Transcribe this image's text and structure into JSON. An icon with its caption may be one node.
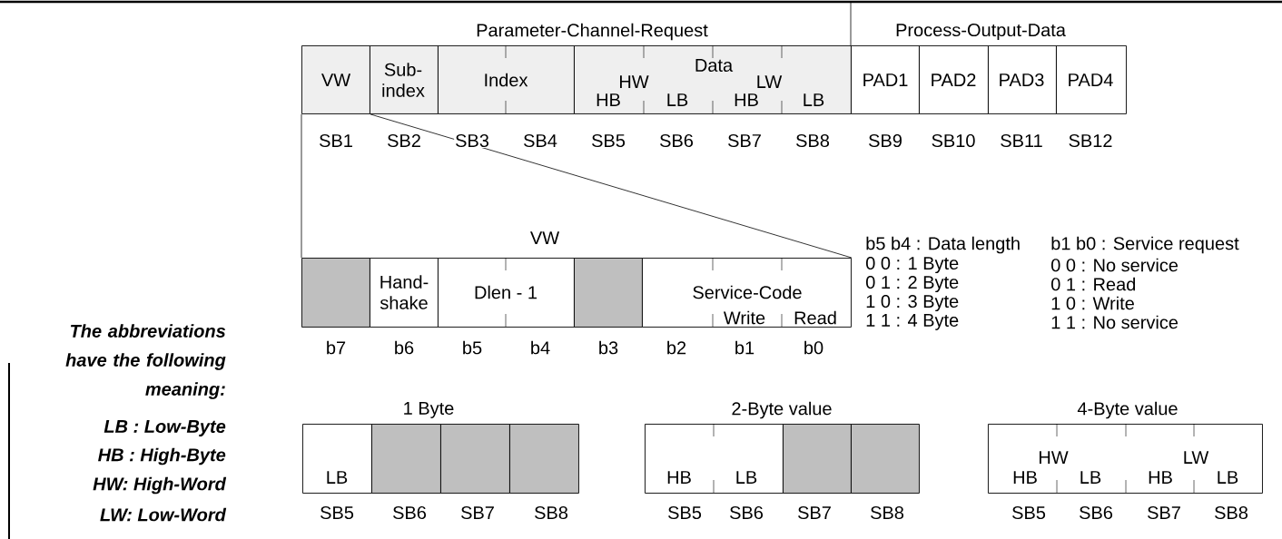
{
  "diagram": {
    "nodes": [
      {
        "text": [
          "VW"
        ]
      },
      {
        "text": [
          "Sub- index"
        ]
      },
      {
        "text": [
          "Index"
        ]
      },
      {
        "text": [
          "Data",
          "HW",
          "LW",
          "HB",
          "LB",
          "HB",
          "LB"
        ]
      },
      {
        "text": [
          "PAD1"
        ]
      },
      {
        "text": [
          "PAD2"
        ]
      },
      {
        "text": [
          "PAD3"
        ]
      },
      {
        "text": [
          "PAD4"
        ]
      },
      {
        "text": [],
        "shape": "box"
      },
      {
        "text": [
          "Hand- shake"
        ]
      },
      {
        "text": [
          "Dlen - 1"
        ]
      },
      {
        "text": [],
        "shape": "box"
      },
      {
        "text": [
          "Service-Code",
          "Write",
          "Read"
        ]
      },
      {
        "text": [
          "LB"
        ]
      },
      {
        "text": [],
        "shape": "box"
      },
      {
        "text": [],
        "shape": "box"
      },
      {
        "text": [],
        "shape": "box"
      },
      {
        "text": [
          "HB",
          "LB"
        ]
      },
      {
        "text": [],
        "shape": "box"
      },
      {
        "text": [],
        "shape": "box"
      },
      {
        "text": [
          "HW",
          "LW",
          "HB",
          "LB",
          "HB",
          "LB"
        ]
      }
    ],
    "edges": [
      {
        "from": 0,
        "to": 8,
        "arrow": "none"
      },
      {
        "from": 0,
        "to": 12,
        "arrow": "none"
      }
    ],
    "labels": [
      "Parameter-Channel-Request",
      "Process-Output-Data",
      "SB1",
      "SB2",
      "SB3",
      "SB4",
      "SB5",
      "SB6",
      "SB7",
      "SB8",
      "SB9",
      "SB10",
      "SB11",
      "SB12",
      "VW",
      "b5 b4 : Data length",
      "b1 b0 : Service request",
      "0 0 : 1 Byte",
      "0 0 : No service",
      "0 1 : 2 Byte",
      "0 1 : Read",
      "1 0 : 3 Byte",
      "1 0 : Write",
      "1 1 : 4 Byte",
      "1 1 : No service",
      "b7",
      "b6",
      "b5",
      "b4",
      "b3",
      "b2",
      "b1",
      "b0",
      "The abbreviations have the following meaning:",
      "LB : Low-Byte",
      "HB : High-Byte",
      "HW: High-Word",
      "LW: Low-Word",
      "1 Byte",
      "2-Byte value",
      "4-Byte value",
      "SB5",
      "SB6",
      "SB7",
      "SB8",
      "SB5",
      "SB6",
      "SB7",
      "SB8",
      "SB5",
      "SB6",
      "SB7",
      "SB8"
    ]
  }
}
